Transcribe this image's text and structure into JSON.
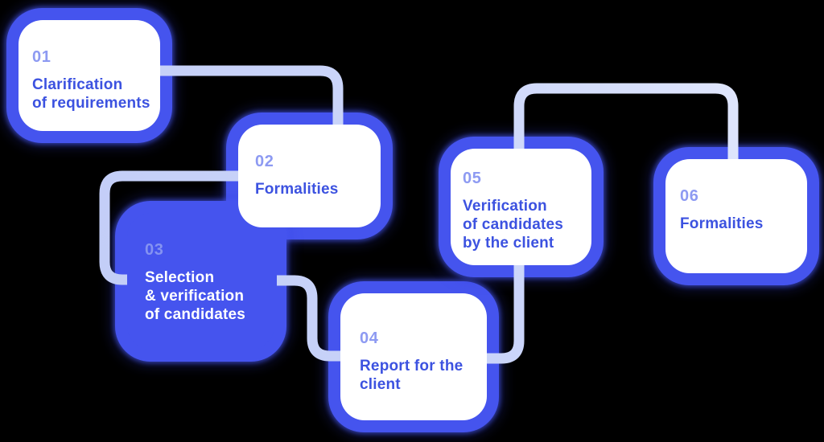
{
  "diagram": {
    "type": "process-flow",
    "background_color": "#000000",
    "theme": {
      "box_border_color": "#4554ee",
      "box_fill_color": "#ffffff",
      "active_box_fill_color": "#4554ee",
      "number_color": "#8d9af2",
      "label_color": "#3c52e0",
      "active_label_color": "#ffffff",
      "connector_color": "#c9d3f9"
    },
    "steps": [
      {
        "number": "01",
        "label": "Clarification\nof requirements",
        "active": false
      },
      {
        "number": "02",
        "label": "Formalities",
        "active": false
      },
      {
        "number": "03",
        "label": "Selection\n& verification\nof candidates",
        "active": true
      },
      {
        "number": "04",
        "label": "Report for the\nclient",
        "active": false
      },
      {
        "number": "05",
        "label": "Verification\nof candidates\nby the client",
        "active": false
      },
      {
        "number": "06",
        "label": "Formalities",
        "active": false
      }
    ],
    "connections": [
      "01 -> 02",
      "02 -> 03",
      "03 -> 04",
      "04 -> 05",
      "05 -> 06"
    ]
  }
}
